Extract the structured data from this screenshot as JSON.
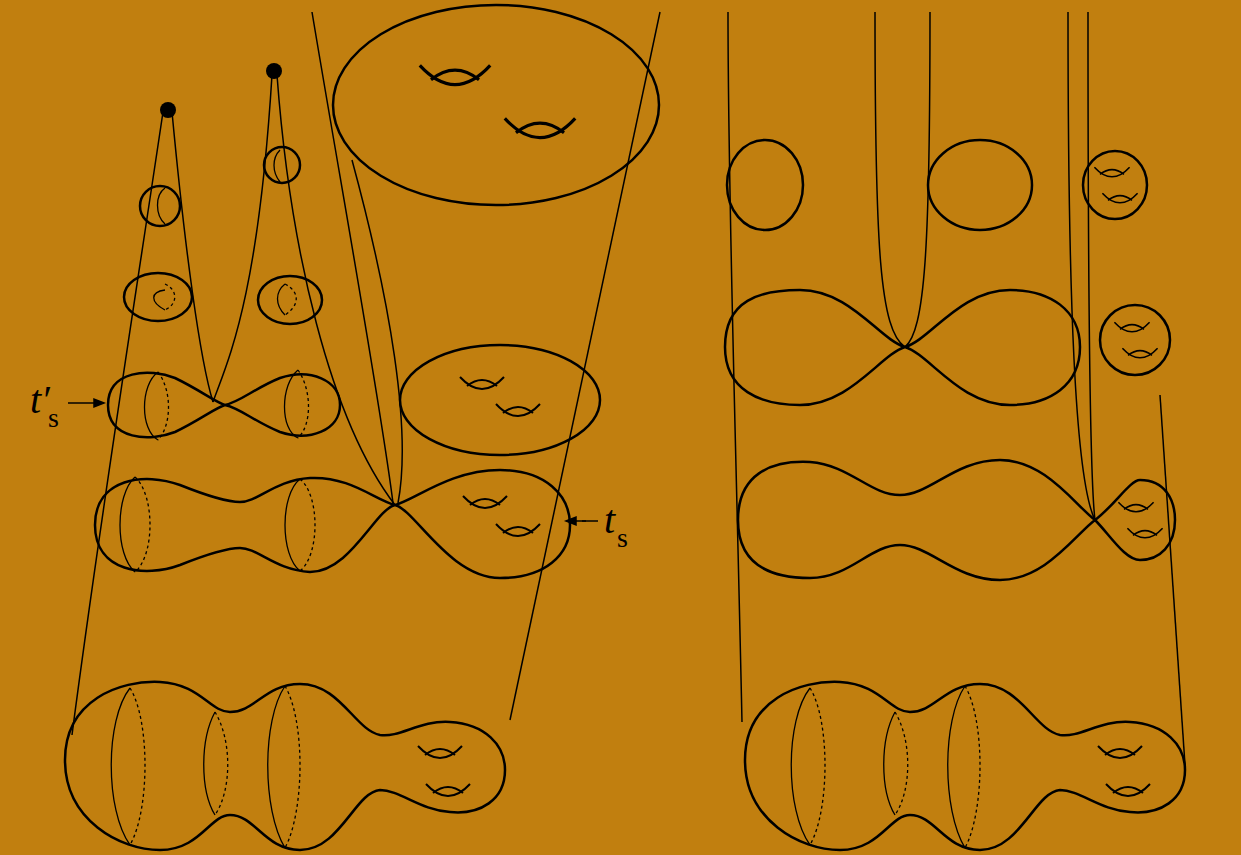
{
  "diagram": {
    "labels": [
      "t′",
      "s",
      "t",
      "s"
    ]
  }
}
